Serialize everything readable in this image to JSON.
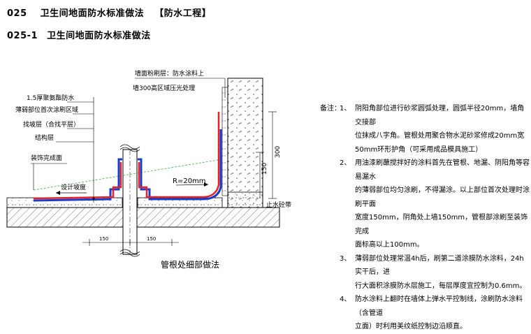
{
  "header": {
    "code": "025",
    "title": "卫生间地面防水标准做法",
    "tag": "【防水工程】"
  },
  "subheader": {
    "code": "025-1",
    "title": "卫生间地面防水标准做法"
  },
  "diagram": {
    "labels": {
      "wall_coat_1": "墙面粉刷层：防水涂料上",
      "wall_coat_2": "墙300高区域压光处理",
      "polymer_membrane": "1.5厚聚氨酯防水",
      "weak_area": "薄弱部位首次涂刷区域",
      "leveling": "找坡层（合找平层）",
      "structure": "结构层",
      "finish_surface": "装饰完成面",
      "design_slope": "设计坡度",
      "radius": "R=20mm",
      "dim_300": "300",
      "dim_150_v": "150",
      "water_stop": "止水砼带",
      "dim_150_a": "150",
      "dim_150_b": "150",
      "caption": "管根处细部做法"
    },
    "colors": {
      "waterproof": "#e8202a",
      "weak_area": "#1a3ec8",
      "slope_line": "#5cc45c"
    }
  },
  "notes": {
    "lead": "备注：",
    "items": [
      {
        "num": "1、",
        "lines": [
          "阴阳角部位进行砂浆圆弧处理，圆弧半径20mm，墙角交接部",
          "位抹成八字角。管根处用聚合物水泥砂浆修成20mm宽",
          "50mm环形护角（可采用成品模具施工）"
        ]
      },
      {
        "num": "2、",
        "lines": [
          "用油漆刷蘸搅拌好的涂料首先在管根、地漏、阴阳角等容易漏水",
          "的薄弱部位均匀涂刷，不得漏涂。以上部位首次处理时涂刷平面",
          "宽度150mm，阴角处上墙150mm，管根部涂刷至装饰完成",
          "面标高以上100mm。"
        ]
      },
      {
        "num": "3、",
        "lines": [
          "薄弱部位处理常温4h后，刷第二道涂膜防水涂料，24h实干后，进",
          "行大面积涂膜防水层施工，每层厚度宜控制为0.6mm。"
        ]
      },
      {
        "num": "4、",
        "lines": [
          "防水涂料上翻时在墙体上弹水平控制线，涂刷防水涂料（含管道",
          "立面）时利用美纹纸控制边沿顺直。"
        ]
      }
    ]
  }
}
